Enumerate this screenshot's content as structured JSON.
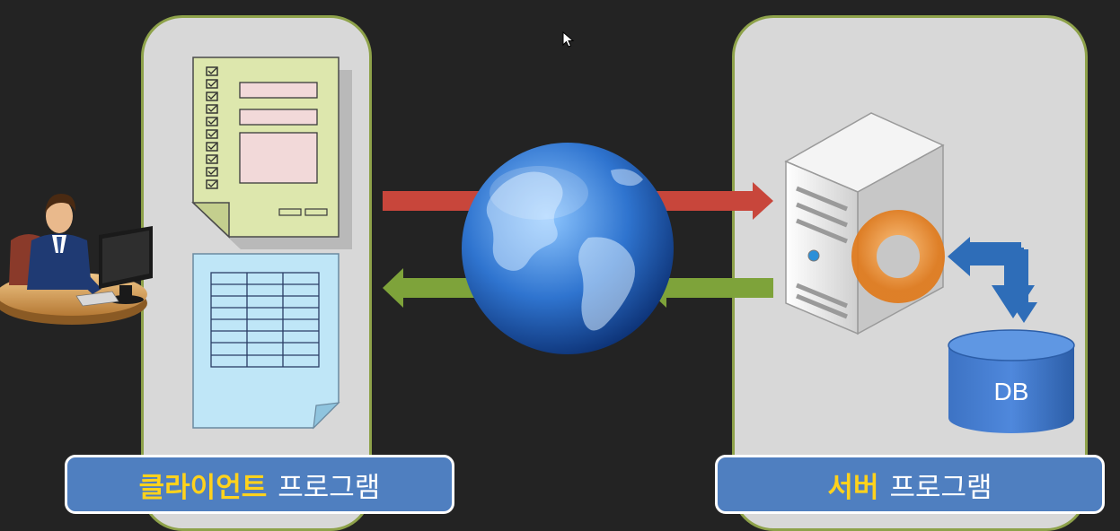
{
  "client_label": {
    "highlight": "클라이언트",
    "rest": "프로그램"
  },
  "server_label": {
    "highlight": "서버",
    "rest": "프로그램"
  },
  "db_label": "DB",
  "icons": {
    "user": "user-at-computer-icon",
    "form": "form-document-icon",
    "table": "table-document-icon",
    "globe": "globe-icon",
    "server": "server-tower-icon",
    "database": "database-cylinder-icon"
  },
  "colors": {
    "request_arrow": "#c8463b",
    "response_arrow": "#7ea33a",
    "db_arrow": "#2e6db8",
    "caption_bg": "#4f7fc0",
    "caption_highlight": "#ffd21c",
    "panel_border": "#8ea24a"
  }
}
